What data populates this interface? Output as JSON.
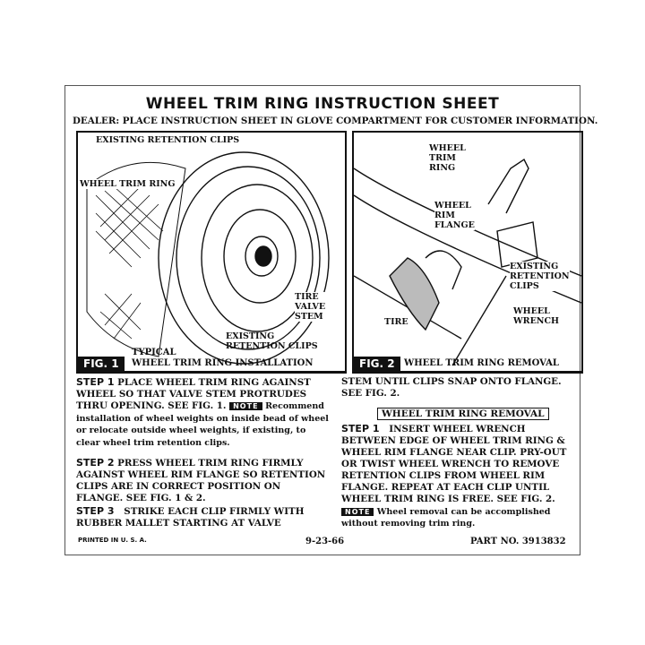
{
  "title": "WHEEL TRIM RING INSTRUCTION SHEET",
  "dealer": "DEALER: PLACE INSTRUCTION SHEET IN GLOVE COMPARTMENT FOR CUSTOMER INFORMATION.",
  "fig1": {
    "tag": "FIG. 1",
    "caption_1": "TYPICAL",
    "caption_2": "WHEEL TRIM RING INSTALLATION",
    "labels": {
      "clips_top": "EXISTING RETENTION CLIPS",
      "ring": "WHEEL TRIM RING",
      "valve": "TIRE\nVALVE\nSTEM",
      "clips_bottom": "EXISTING\nRETENTION CLIPS"
    }
  },
  "fig2": {
    "tag": "FIG. 2",
    "caption": "WHEEL TRIM RING REMOVAL",
    "labels": {
      "ring": "WHEEL\nTRIM\nRING",
      "flange": "WHEEL\nRIM\nFLANGE",
      "clips": "EXISTING\nRETENTION\nCLIPS",
      "wrench": "WHEEL\nWRENCH",
      "tire": "TIRE"
    }
  },
  "left": {
    "step1_label": "STEP 1",
    "step1": "PLACE WHEEL TRIM RING AGAINST WHEEL SO THAT VALVE STEM PROTRUDES THRU OPENING.  SEE FIG. 1.",
    "note_label": "NOTE",
    "step1_note": "Recommend installation of wheel weights on inside bead of wheel or relocate outside wheel weights, if existing, to clear wheel trim retention clips.",
    "step2_label": "STEP 2",
    "step2": "PRESS WHEEL TRIM RING FIRMLY AGAINST WHEEL RIM FLANGE SO RETENTION CLIPS ARE IN CORRECT POSITION ON FLANGE.  SEE FIG. 1 & 2.",
    "step3_label": "STEP 3",
    "step3": "STRIKE EACH CLIP FIRMLY WITH RUBBER MALLET STARTING AT VALVE"
  },
  "right": {
    "cont": "STEM UNTIL CLIPS SNAP ONTO FLANGE. SEE FIG. 2.",
    "removal_heading": "WHEEL TRIM RING REMOVAL",
    "step1_label": "STEP 1",
    "step1": "INSERT WHEEL WRENCH BETWEEN EDGE OF WHEEL TRIM RING & WHEEL RIM FLANGE NEAR CLIP.  PRY-OUT OR TWIST WHEEL WRENCH TO REMOVE RETENTION CLIPS FROM WHEEL RIM FLANGE.  REPEAT AT EACH CLIP UNTIL WHEEL TRIM RING IS FREE.  SEE FIG. 2.",
    "note_label": "NOTE",
    "note": "Wheel removal can be accomplished without removing trim ring."
  },
  "footer": {
    "printed": "PRINTED IN U. S. A.",
    "date": "9-23-66",
    "part": "PART NO. 3913832"
  }
}
